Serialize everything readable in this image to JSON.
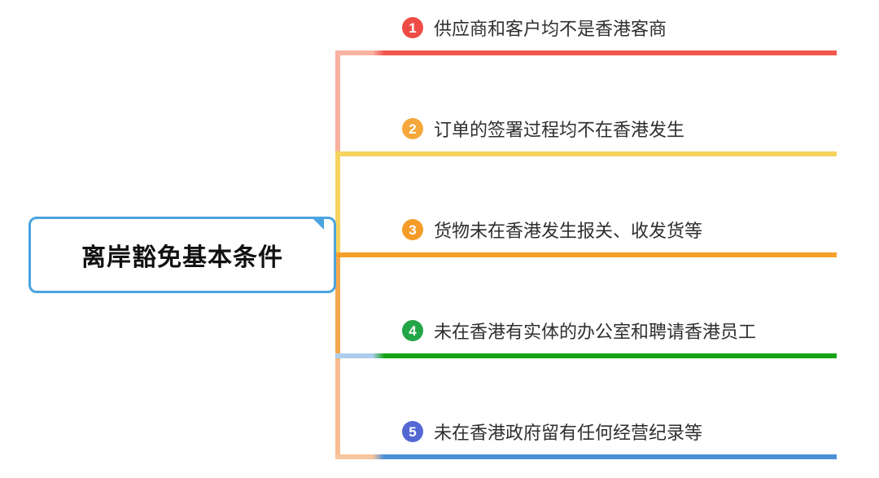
{
  "root": {
    "label": "离岸豁免基本条件",
    "border_color": "#4ba4e0"
  },
  "branches": [
    {
      "num": "1",
      "label": "供应商和客户均不是香港客商",
      "badge_color": "#ef4b45",
      "line_color": "#f2564d",
      "line_start_color": "#f9b3a3"
    },
    {
      "num": "2",
      "label": "订单的签署过程均不在香港发生",
      "badge_color": "#f5a73b",
      "line_color": "#f6d35f",
      "line_start_color": "#f6d35f"
    },
    {
      "num": "3",
      "label": "货物未在香港发生报关、收发货等",
      "badge_color": "#f59c28",
      "line_color": "#f5a026",
      "line_start_color": "#f5a026"
    },
    {
      "num": "4",
      "label": "未在香港有实体的办公室和聘请香港员工",
      "badge_color": "#22a647",
      "line_color": "#16a316",
      "line_start_color": "#aecdee"
    },
    {
      "num": "5",
      "label": "未在香港政府留有任何经营纪录等",
      "badge_color": "#5468d4",
      "line_color": "#4a90d9",
      "line_start_color": "#f8c59c"
    }
  ],
  "trunk_colors": {
    "c1": "#f9b0a0",
    "c2": "#f6d35f",
    "c3": "#f5a84e",
    "c4": "#f8bd92"
  }
}
